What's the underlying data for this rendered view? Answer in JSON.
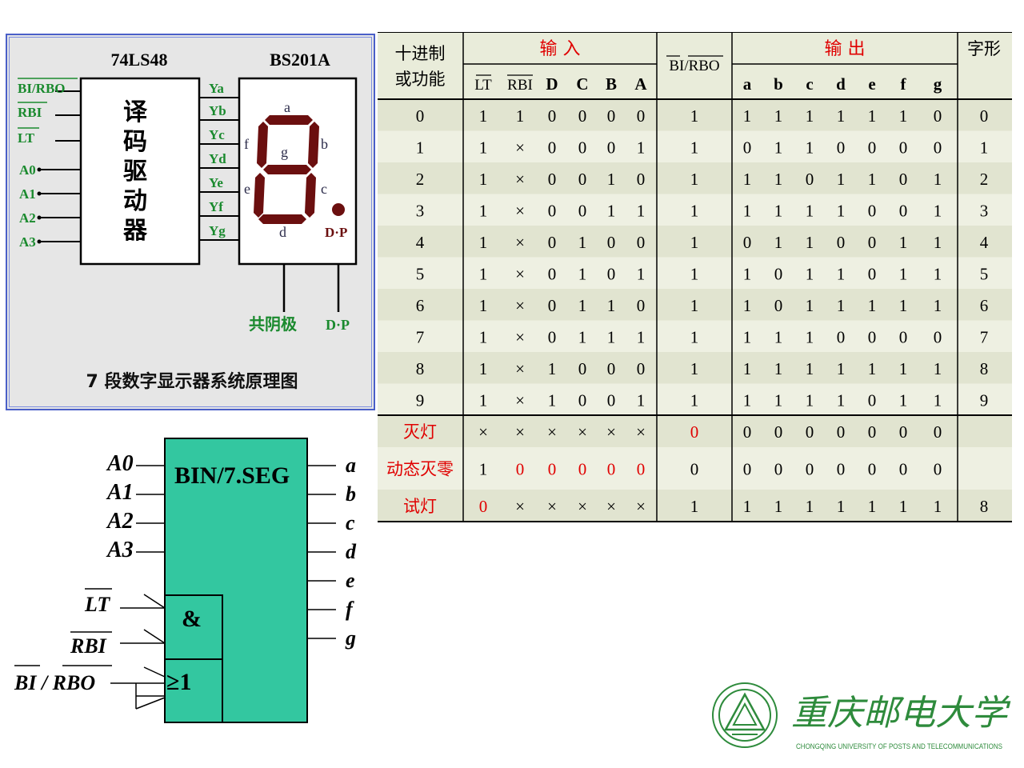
{
  "schematic": {
    "decoder_label": "74LS48",
    "display_label": "BS201A",
    "decoder_text": [
      "译",
      "码",
      "驱",
      "动",
      "器"
    ],
    "left_pins": [
      "BI/RBO",
      "RBI",
      "LT",
      "A0",
      "A1",
      "A2",
      "A3"
    ],
    "right_pins": [
      "Ya",
      "Yb",
      "Yc",
      "Yd",
      "Ye",
      "Yf",
      "Yg"
    ],
    "segment_letters": {
      "a": "a",
      "b": "b",
      "c": "c",
      "d": "d",
      "e": "e",
      "f": "f",
      "g": "g"
    },
    "dp_label": "D·P",
    "common_cathode_label": "共阴极",
    "dp_bottom_label": "D·P",
    "caption": "7 段数字显示器系统原理图",
    "colors": {
      "segment": "#6b0f0f",
      "pin_label": "#1a8a2e",
      "box": "#000000"
    }
  },
  "truth_table": {
    "col_headers": {
      "function": [
        "十进制",
        "或功能"
      ],
      "inputs": "输 入",
      "bi_rbo": "BI/RBO",
      "outputs": "输 出",
      "glyph": "字形"
    },
    "input_cols": [
      "LT",
      "RBI",
      "D",
      "C",
      "B",
      "A"
    ],
    "output_cols": [
      "a",
      "b",
      "c",
      "d",
      "e",
      "f",
      "g"
    ],
    "rows": [
      {
        "label": "0",
        "inputs": [
          "1",
          "1",
          "0",
          "0",
          "0",
          "0"
        ],
        "bi": "1",
        "outputs": [
          "1",
          "1",
          "1",
          "1",
          "1",
          "1",
          "0"
        ],
        "glyph": "0"
      },
      {
        "label": "1",
        "inputs": [
          "1",
          "×",
          "0",
          "0",
          "0",
          "1"
        ],
        "bi": "1",
        "outputs": [
          "0",
          "1",
          "1",
          "0",
          "0",
          "0",
          "0"
        ],
        "glyph": "1"
      },
      {
        "label": "2",
        "inputs": [
          "1",
          "×",
          "0",
          "0",
          "1",
          "0"
        ],
        "bi": "1",
        "outputs": [
          "1",
          "1",
          "0",
          "1",
          "1",
          "0",
          "1"
        ],
        "glyph": "2"
      },
      {
        "label": "3",
        "inputs": [
          "1",
          "×",
          "0",
          "0",
          "1",
          "1"
        ],
        "bi": "1",
        "outputs": [
          "1",
          "1",
          "1",
          "1",
          "0",
          "0",
          "1"
        ],
        "glyph": "3"
      },
      {
        "label": "4",
        "inputs": [
          "1",
          "×",
          "0",
          "1",
          "0",
          "0"
        ],
        "bi": "1",
        "outputs": [
          "0",
          "1",
          "1",
          "0",
          "0",
          "1",
          "1"
        ],
        "glyph": "4"
      },
      {
        "label": "5",
        "inputs": [
          "1",
          "×",
          "0",
          "1",
          "0",
          "1"
        ],
        "bi": "1",
        "outputs": [
          "1",
          "0",
          "1",
          "1",
          "0",
          "1",
          "1"
        ],
        "glyph": "5"
      },
      {
        "label": "6",
        "inputs": [
          "1",
          "×",
          "0",
          "1",
          "1",
          "0"
        ],
        "bi": "1",
        "outputs": [
          "1",
          "0",
          "1",
          "1",
          "1",
          "1",
          "1"
        ],
        "glyph": "6"
      },
      {
        "label": "7",
        "inputs": [
          "1",
          "×",
          "0",
          "1",
          "1",
          "1"
        ],
        "bi": "1",
        "outputs": [
          "1",
          "1",
          "1",
          "0",
          "0",
          "0",
          "0"
        ],
        "glyph": "7"
      },
      {
        "label": "8",
        "inputs": [
          "1",
          "×",
          "1",
          "0",
          "0",
          "0"
        ],
        "bi": "1",
        "outputs": [
          "1",
          "1",
          "1",
          "1",
          "1",
          "1",
          "1"
        ],
        "glyph": "8"
      },
      {
        "label": "9",
        "inputs": [
          "1",
          "×",
          "1",
          "0",
          "0",
          "1"
        ],
        "bi": "1",
        "outputs": [
          "1",
          "1",
          "1",
          "1",
          "0",
          "1",
          "1"
        ],
        "glyph": "9"
      },
      {
        "label": "灭灯",
        "inputs": [
          "×",
          "×",
          "×",
          "×",
          "×",
          "×"
        ],
        "bi": "0",
        "outputs": [
          "0",
          "0",
          "0",
          "0",
          "0",
          "0",
          "0"
        ],
        "glyph": "",
        "special": true,
        "red_inputs": [],
        "red_bi": true
      },
      {
        "label": "动态灭零",
        "inputs": [
          "1",
          "0",
          "0",
          "0",
          "0",
          "0"
        ],
        "bi": "0",
        "outputs": [
          "0",
          "0",
          "0",
          "0",
          "0",
          "0",
          "0"
        ],
        "glyph": "",
        "special": true,
        "red_inputs": [
          1,
          2,
          3,
          4,
          5
        ],
        "red_bi": false
      },
      {
        "label": "试灯",
        "inputs": [
          "0",
          "×",
          "×",
          "×",
          "×",
          "×"
        ],
        "bi": "1",
        "outputs": [
          "1",
          "1",
          "1",
          "1",
          "1",
          "1",
          "1"
        ],
        "glyph": "8",
        "special": true,
        "red_inputs": [
          0
        ],
        "red_bi": false
      }
    ],
    "colors": {
      "header_bg": "#e9ecda",
      "stripe_a": "#e1e4d0",
      "stripe_b": "#eef0e2",
      "red": "#e00000",
      "line": "#000000"
    }
  },
  "logic_symbol": {
    "title": "BIN/7.SEG",
    "inputs": [
      "A0",
      "A1",
      "A2",
      "A3"
    ],
    "outputs": [
      "a",
      "b",
      "c",
      "d",
      "e",
      "f",
      "g"
    ],
    "control_inputs": [
      "LT",
      "RBI",
      "BI / RBO"
    ],
    "and_label": "&",
    "or_label": "≥1",
    "colors": {
      "fill": "#33c7a0",
      "line": "#000000"
    }
  },
  "logo": {
    "text": "重庆邮电大学",
    "subtitle": "CHONGQING UNIVERSITY OF POSTS AND TELECOMMUNICATIONS",
    "color": "#2e8b3c"
  }
}
